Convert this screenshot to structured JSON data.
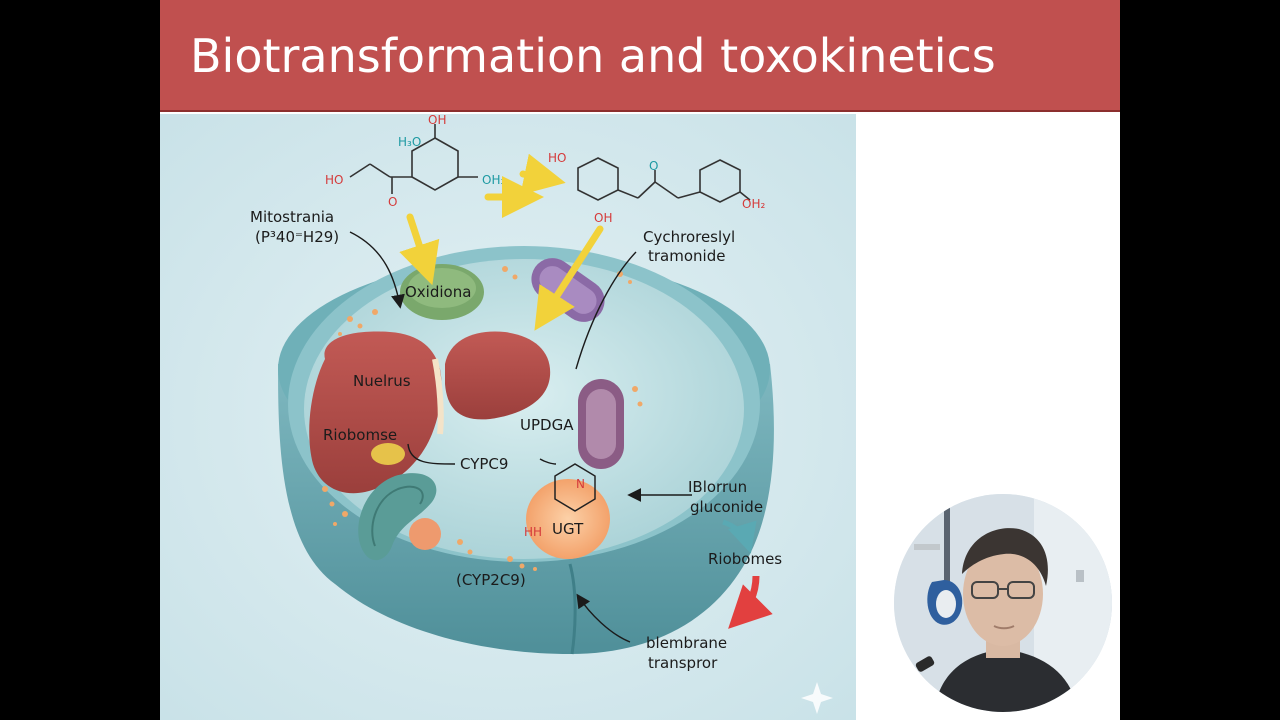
{
  "slide": {
    "title": "Biotransformation and toxokinetics"
  },
  "diagram": {
    "labels": {
      "mitostrania": "Mitostrania",
      "mitostrania_sub": "(P³40⁼H29)",
      "oxidiona": "Oxidiona",
      "nuelrus": "Nuelrus",
      "riobomse": "Riobomse",
      "cypc9": "CYPC9",
      "updga": "UPDGA",
      "ugt": "UGT",
      "hh": "HH",
      "n": "N",
      "cychroreslyl_1": "Cychroreslyl",
      "cychroreslyl_2": "tramonide",
      "iblorrun_1": "IBlorrun",
      "iblorrun_2": "gluconide",
      "riobomes": "Riobomes",
      "cyp2c9": "(CYP2C9)",
      "blembrane_1": "blembrane",
      "blembrane_2": "transpror"
    },
    "molecule1": {
      "oh_top": "OH",
      "h3o": "H₃O",
      "ho_left": "HO",
      "o_carbonyl": "O",
      "oh3": "OH₃"
    },
    "molecule2": {
      "ho": "HO",
      "oh_bottom": "OH",
      "o_carbonyl": "O",
      "oh2": "OH₂"
    }
  },
  "colors": {
    "title_bar": "#c0504f",
    "arrow_yellow": "#f2d23a",
    "cell_teal": "#5fa4ad",
    "liver": "#b5524e"
  }
}
